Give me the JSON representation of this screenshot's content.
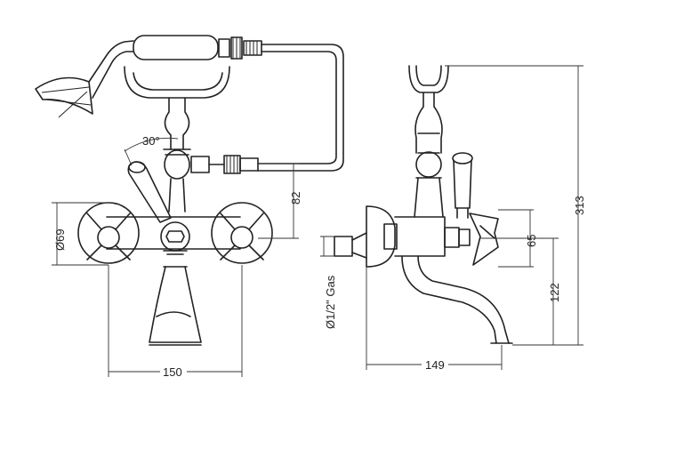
{
  "dimensions": {
    "angle": "30°",
    "handle_drop": "82",
    "flange_diameter": "Ø69",
    "centers_width": "150",
    "inlet_thread": "Ø1/2\" Gas",
    "lever_height": "65",
    "spout_height": "122",
    "total_height": "313",
    "projection": "149"
  }
}
